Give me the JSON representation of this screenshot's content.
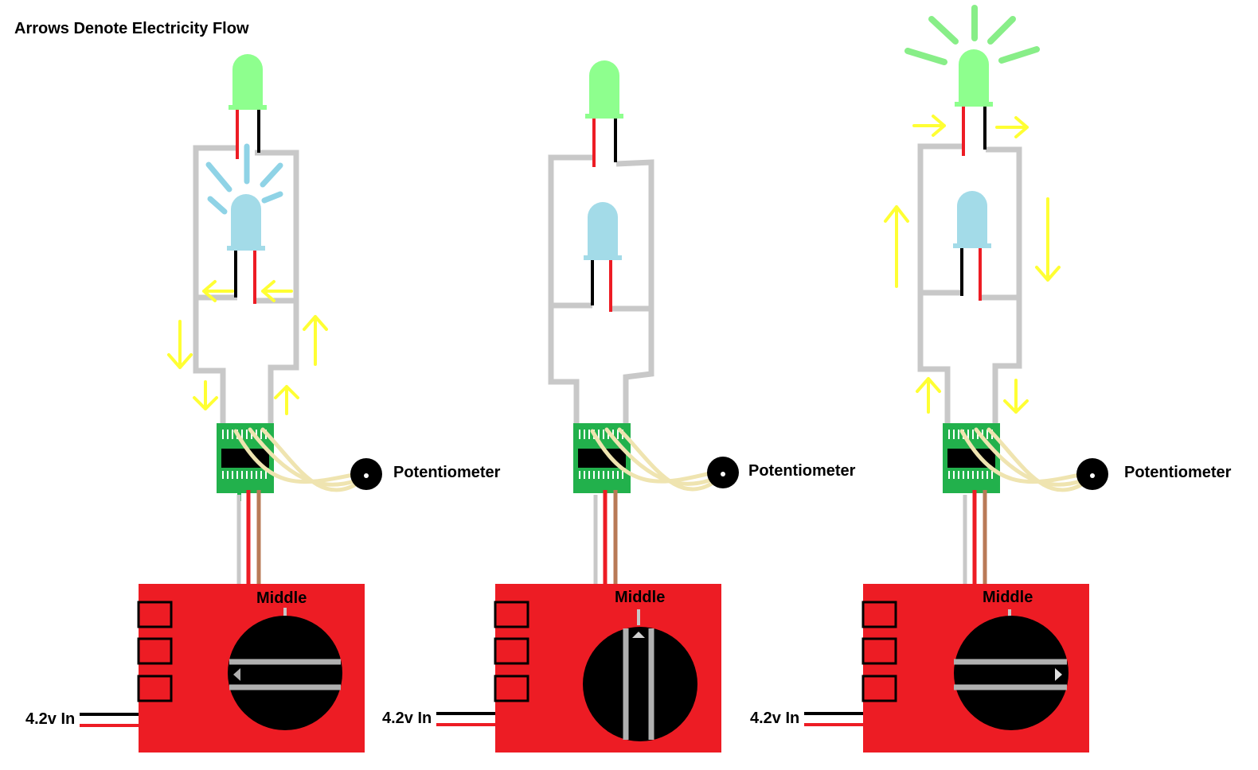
{
  "title": "Arrows Denote Electricity Flow",
  "colors": {
    "wire": "#c8c8c8",
    "arrow": "#ffff33",
    "green_led": "#8eff8e",
    "green_glow": "#88ee88",
    "blue_led": "#a3dbe8",
    "blue_glow": "#8fd3e6",
    "board": "#ed1c24",
    "pcb": "#22b14c",
    "pot_wire": "#efe4b0",
    "lead_red": "#ed1c24",
    "lead_black": "#000000",
    "lead_brown": "#b97a57"
  },
  "panels": [
    {
      "pot_label": "Potentiometer",
      "middle_label": "Middle",
      "input_label": "4.2v In",
      "knob_position": "left",
      "lit_led": "blue"
    },
    {
      "pot_label": "Potentiometer",
      "middle_label": "Middle",
      "input_label": "4.2v In",
      "knob_position": "middle",
      "lit_led": "none"
    },
    {
      "pot_label": "Potentiometer",
      "middle_label": "Middle",
      "input_label": "4.2v In",
      "knob_position": "right",
      "lit_led": "green"
    }
  ]
}
